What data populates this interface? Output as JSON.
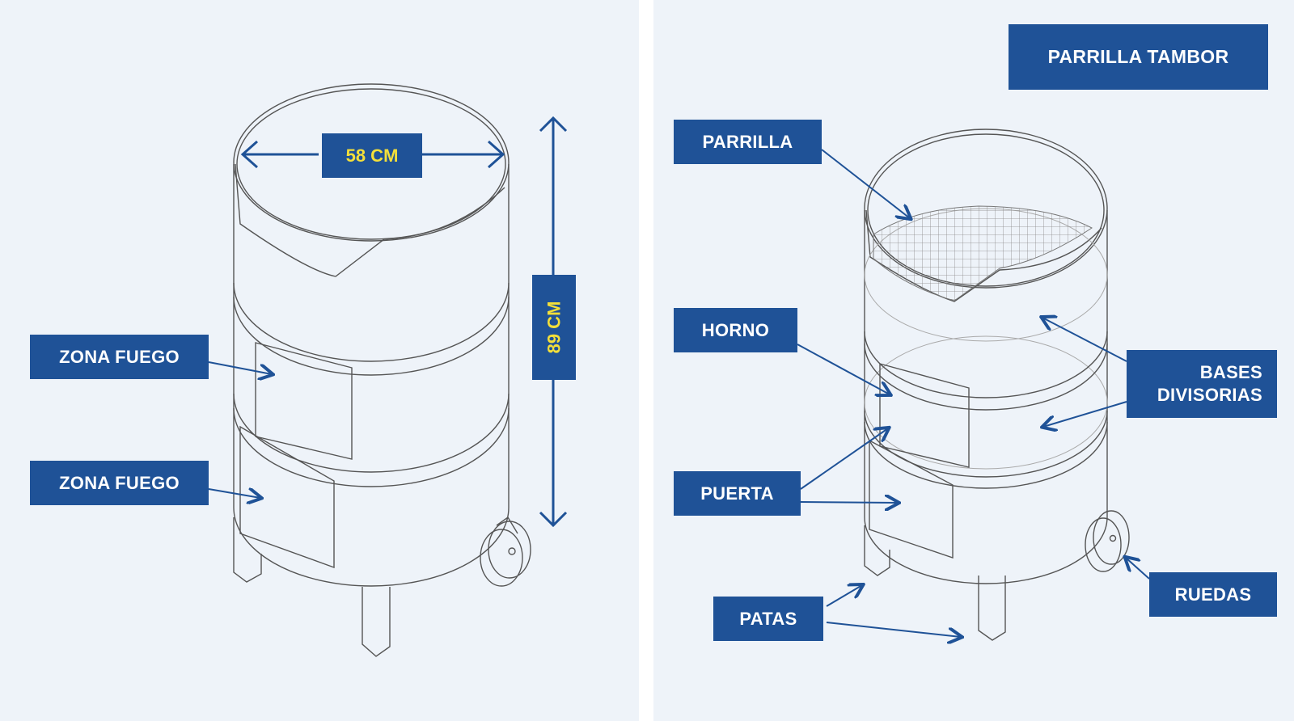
{
  "title": "PARRILLA TAMBOR",
  "left_panel": {
    "width_label": "58 CM",
    "height_label": "89 CM",
    "labels": {
      "zona_fuego_upper": "ZONA FUEGO",
      "zona_fuego_lower": "ZONA FUEGO"
    }
  },
  "right_panel": {
    "labels": {
      "parrilla": "PARRILLA",
      "horno": "HORNO",
      "puerta": "PUERTA",
      "patas": "PATAS",
      "bases_divisorias": "BASES DIVISORIAS",
      "ruedas": "RUEDAS"
    }
  },
  "colors": {
    "panel_bg": "#eef3f9",
    "label_bg": "#1f5297",
    "label_text": "#ffffff",
    "dimension_text": "#f3df3a",
    "line_art": "#555555"
  }
}
